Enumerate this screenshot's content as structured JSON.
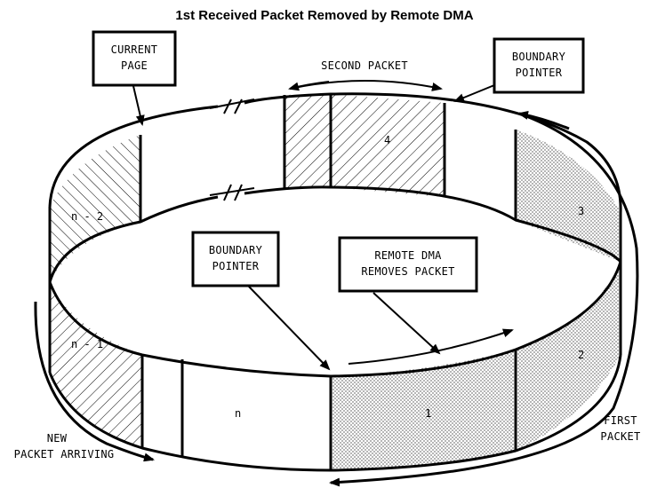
{
  "title": "1st Received Packet Removed by Remote DMA",
  "callouts": {
    "current_page": [
      "CURRENT",
      "PAGE"
    ],
    "boundary_pointer_top": [
      "BOUNDARY",
      "POINTER"
    ],
    "boundary_pointer_center": [
      "BOUNDARY",
      "POINTER"
    ],
    "remote_dma": [
      "REMOTE DMA",
      "REMOVES PACKET"
    ]
  },
  "labels": {
    "second_packet": "SECOND PACKET",
    "first_packet": [
      "FIRST",
      "PACKET"
    ],
    "new_packet": [
      "NEW",
      "PACKET ARRIVING"
    ]
  },
  "segments": {
    "n_minus_2": "n - 2",
    "n_minus_1": "n - 1",
    "n": "n",
    "s1": "1",
    "s2": "2",
    "s3": "3",
    "s4": "4"
  }
}
